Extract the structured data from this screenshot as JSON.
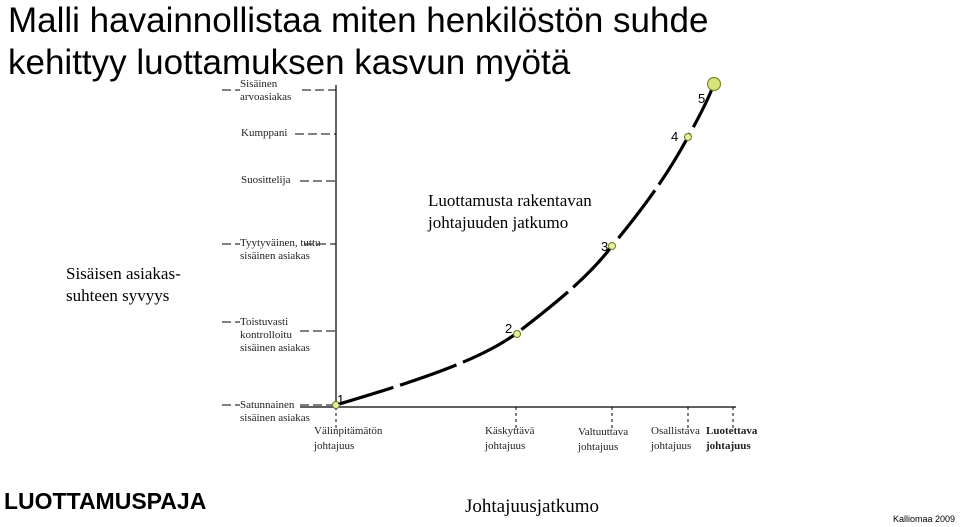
{
  "title": {
    "line1": "Malli havainnollistaa miten henkilöstön suhde",
    "line2": "kehittyy luottamuksen kasvun myötä"
  },
  "y_axis": {
    "title_line1": "Sisäisen asiakas-",
    "title_line2": "suhteen syvyys",
    "levels": [
      {
        "line1": "Sisäinen",
        "line2": "arvoasiakas"
      },
      {
        "line1": "Kumppani",
        "line2": ""
      },
      {
        "line1": "Suosittelija",
        "line2": ""
      },
      {
        "line1": "Tyytyväinen, tuttu",
        "line2": "sisäinen asiakas"
      },
      {
        "line1": "Toistuvasti",
        "line2": "kontrolloitu",
        "line3": "sisäinen asiakas"
      },
      {
        "line1": "Satunnainen",
        "line2": "sisäinen asiakas"
      }
    ]
  },
  "x_axis": {
    "title": "Johtajuusjatkumo",
    "levels": [
      {
        "line1": "Välinpitämätön",
        "line2": "johtajuus"
      },
      {
        "line1": "Käskyttävä",
        "line2": "johtajuus"
      },
      {
        "line1": "Valtuuttava",
        "line2": "johtajuus"
      },
      {
        "line1": "Osallistava",
        "line2": "johtajuus"
      },
      {
        "line1": "Luotettava",
        "line2": "johtajuus",
        "bold": true
      }
    ]
  },
  "curve_label": {
    "line1": "Luottamusta rakentavan",
    "line2": "johtajuuden jatkumo"
  },
  "points": [
    "1",
    "2",
    "3",
    "4",
    "5"
  ],
  "logo": "LUOTTAMUSPAJA",
  "copyright": "Kalliomaa 2009",
  "colors": {
    "curve": "#000000",
    "point_fill": "#e8ee9a",
    "point_stroke": "#6a7a2a"
  }
}
